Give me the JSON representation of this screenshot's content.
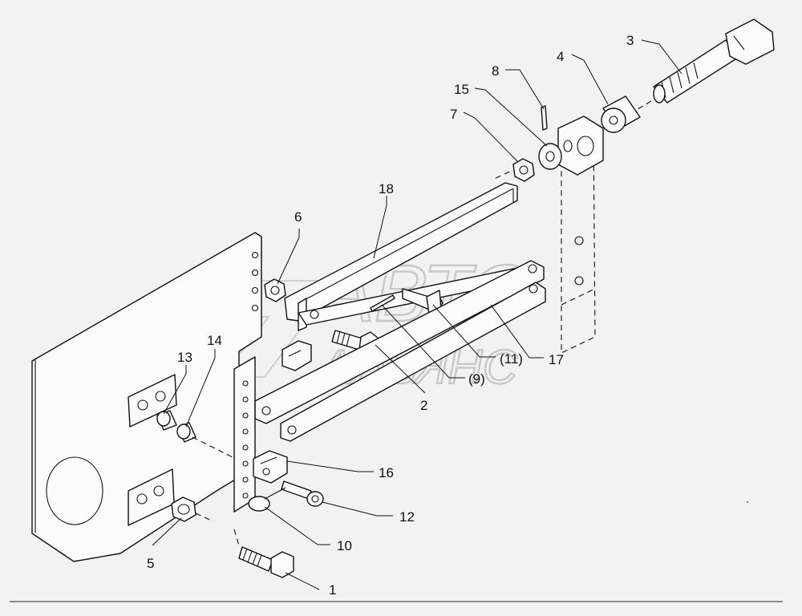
{
  "diagram": {
    "watermark": {
      "line1": "АВТО",
      "line2": "АЛЬЯНС"
    },
    "callouts": {
      "c1": "1",
      "c2": "2",
      "c3": "3",
      "c4": "4",
      "c5": "5",
      "c6": "6",
      "c7": "7",
      "c8": "8",
      "c9": "(9)",
      "c10": "10",
      "c11": "(11)",
      "c12": "12",
      "c13": "13",
      "c14": "14",
      "c15": "15",
      "c16": "16",
      "c17": "17",
      "c18": "18"
    }
  }
}
